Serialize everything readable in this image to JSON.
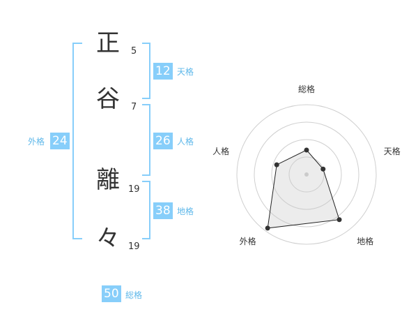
{
  "name": {
    "chars": [
      {
        "char": "正",
        "strokes": "5"
      },
      {
        "char": "谷",
        "strokes": "7"
      },
      {
        "char": "離",
        "strokes": "19"
      },
      {
        "char": "々",
        "strokes": "19"
      }
    ]
  },
  "fortune": {
    "tenkaku": {
      "label": "天格",
      "value": "12"
    },
    "jinkaku": {
      "label": "人格",
      "value": "26"
    },
    "chikaku": {
      "label": "地格",
      "value": "38"
    },
    "gaikaku": {
      "label": "外格",
      "value": "24"
    },
    "soukaku": {
      "label": "総格",
      "value": "50"
    }
  },
  "colors": {
    "accent": "#87cefa",
    "label": "#5fb8ea",
    "text": "#333333"
  },
  "chart_data": {
    "type": "radar",
    "axes": [
      "総格",
      "天格",
      "地格",
      "外格",
      "人格"
    ],
    "values": [
      0.35,
      0.25,
      0.8,
      0.95,
      0.45
    ],
    "rings": 4,
    "max": 1
  }
}
